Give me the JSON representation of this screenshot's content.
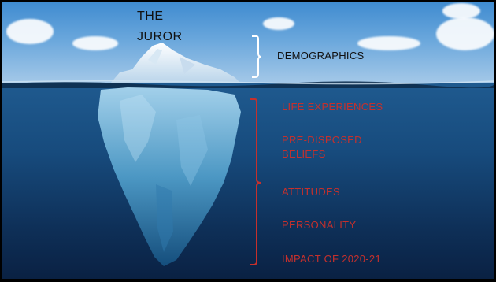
{
  "title_line1": "THE",
  "title_line2": "JUROR",
  "above_label": "DEMOGRAPHICS",
  "below_labels": [
    "LIFE EXPERIENCES",
    "PRE-DISPOSED",
    "BELIEFS",
    "ATTITUDES",
    "PERSONALITY",
    "IMPACT OF 2020-21"
  ],
  "colors": {
    "sky": "#6aa7dc",
    "sea": "#174b7d",
    "above_text": "#111111",
    "below_text": "#c6302c",
    "upper_brace": "#ffffff",
    "lower_brace": "#c6302c"
  }
}
